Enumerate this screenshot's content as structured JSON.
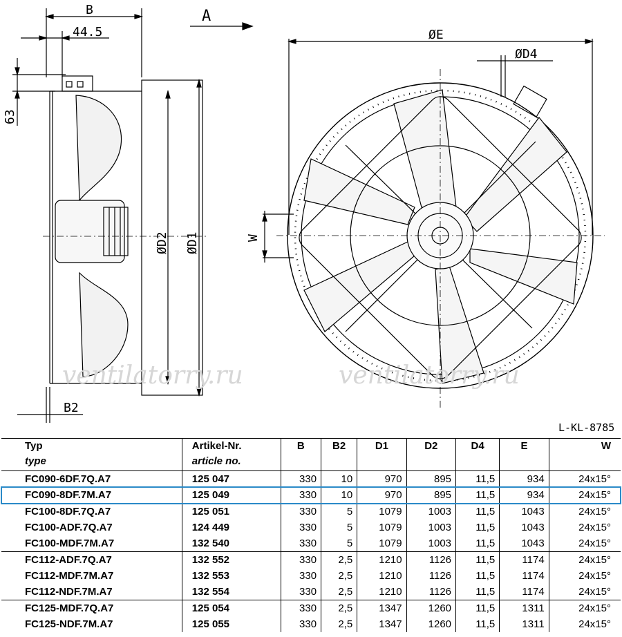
{
  "drawing": {
    "view_label": "A",
    "dim_B": "B",
    "dim_44_5": "44.5",
    "dim_63": "63",
    "dim_B2": "B2",
    "dim_D2": "ØD2",
    "dim_D1": "ØD1",
    "dim_E": "ØE",
    "dim_D4": "ØD4",
    "dim_W": "W",
    "drawing_no": "L-KL-8785",
    "watermark": "ventilatorry.ru"
  },
  "table": {
    "headers": [
      {
        "line1": "Typ",
        "line2": "type"
      },
      {
        "line1": "Artikel-Nr.",
        "line2": "article no."
      },
      {
        "line1": "B",
        "line2": ""
      },
      {
        "line1": "B2",
        "line2": ""
      },
      {
        "line1": "D1",
        "line2": ""
      },
      {
        "line1": "D2",
        "line2": ""
      },
      {
        "line1": "D4",
        "line2": ""
      },
      {
        "line1": "E",
        "line2": ""
      },
      {
        "line1": "W",
        "line2": ""
      }
    ],
    "rows": [
      [
        "FC090-6DF.7Q.A7",
        "125 047",
        "330",
        "10",
        "970",
        "895",
        "11,5",
        "934",
        "24x15°"
      ],
      [
        "FC090-8DF.7M.A7",
        "125 049",
        "330",
        "10",
        "970",
        "895",
        "11,5",
        "934",
        "24x15°"
      ],
      [
        "FC100-8DF.7Q.A7",
        "125 051",
        "330",
        "5",
        "1079",
        "1003",
        "11,5",
        "1043",
        "24x15°"
      ],
      [
        "FC100-ADF.7Q.A7",
        "124 449",
        "330",
        "5",
        "1079",
        "1003",
        "11,5",
        "1043",
        "24x15°"
      ],
      [
        "FC100-MDF.7M.A7",
        "132 540",
        "330",
        "5",
        "1079",
        "1003",
        "11,5",
        "1043",
        "24x15°"
      ],
      [
        "FC112-ADF.7Q.A7",
        "132 552",
        "330",
        "2,5",
        "1210",
        "1126",
        "11,5",
        "1174",
        "24x15°"
      ],
      [
        "FC112-MDF.7M.A7",
        "132 553",
        "330",
        "2,5",
        "1210",
        "1126",
        "11,5",
        "1174",
        "24x15°"
      ],
      [
        "FC112-NDF.7M.A7",
        "132 554",
        "330",
        "2,5",
        "1210",
        "1126",
        "11,5",
        "1174",
        "24x15°"
      ],
      [
        "FC125-MDF.7Q.A7",
        "125 054",
        "330",
        "2,5",
        "1347",
        "1260",
        "11,5",
        "1311",
        "24x15°"
      ],
      [
        "FC125-NDF.7M.A7",
        "125 055",
        "330",
        "2,5",
        "1347",
        "1260",
        "11,5",
        "1311",
        "24x15°"
      ]
    ],
    "highlighted_row": 1,
    "group_starts": [
      2,
      5,
      8
    ],
    "highlight_color": "#2a8ac8"
  }
}
